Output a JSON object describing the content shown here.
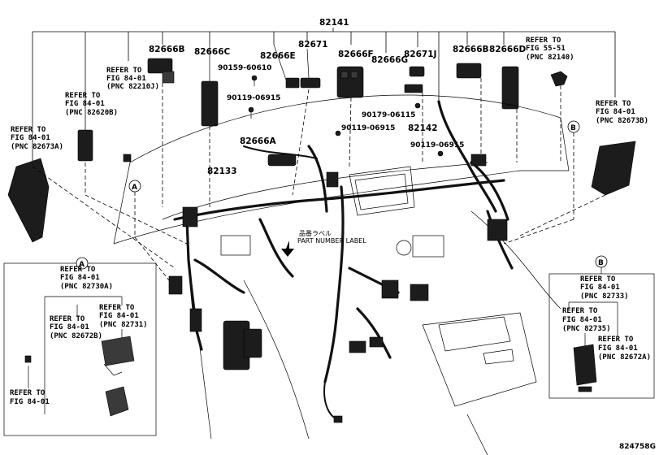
{
  "diagram": {
    "main_part": "82141",
    "parts": {
      "p82666B_a": "82666B",
      "p82666C": "82666C",
      "p82666E": "82666E",
      "p82671": "82671",
      "p82666F": "82666F",
      "p82666G": "82666G",
      "p82671J": "82671J",
      "p82666B_b": "82666B",
      "p82666D": "82666D",
      "p82666A": "82666A",
      "p82133": "82133",
      "p82142": "82142"
    },
    "bolts": {
      "b90159_60610": "90159-60610",
      "b90119_06915_a": "90119-06915",
      "b90179_06115": "90179-06115",
      "b90119_06915_b": "90119-06915",
      "b90119_06915_c": "90119-06915"
    },
    "refers": {
      "r82210J": [
        "REFER TO",
        "FIG 84-01",
        "(PNC 82210J)"
      ],
      "r82620B": [
        "REFER TO",
        "FIG 84-01",
        "(PNC 82620B)"
      ],
      "r82673A": [
        "REFER TO",
        "FIG 84-01",
        "(PNC 82673A)"
      ],
      "r82140": [
        "REFER TO",
        "FIG 55-51",
        "(PNC 82140)"
      ],
      "r82673B": [
        "REFER TO",
        "FIG 84-01",
        "(PNC 82673B)"
      ]
    },
    "callouts": {
      "a": "A",
      "b": "B"
    },
    "part_number_label": "PART NUMBER LABEL",
    "jp_label": "品番ラベル",
    "figure_code": "824758G"
  },
  "inset_a": {
    "marker": "A",
    "refers": {
      "r82730A": [
        "REFER TO",
        "FIG 84-01",
        "(PNC 82730A)"
      ],
      "r82672B": [
        "REFER TO",
        "FIG 84-01",
        "(PNC 82672B)"
      ],
      "r82731": [
        "REFER TO",
        "FIG 84-01",
        "(PNC 82731)"
      ],
      "r84": [
        "REFER TO",
        "FIG 84-01"
      ]
    }
  },
  "inset_b": {
    "marker": "B",
    "refers": {
      "r82733": [
        "REFER TO",
        "FIG 84-01",
        "(PNC 82733)"
      ],
      "r82735": [
        "REFER TO",
        "FIG 84-01",
        "(PNC 82735)"
      ],
      "r82672A": [
        "REFER TO",
        "FIG 84-01",
        "(PNC 82672A)"
      ]
    }
  }
}
